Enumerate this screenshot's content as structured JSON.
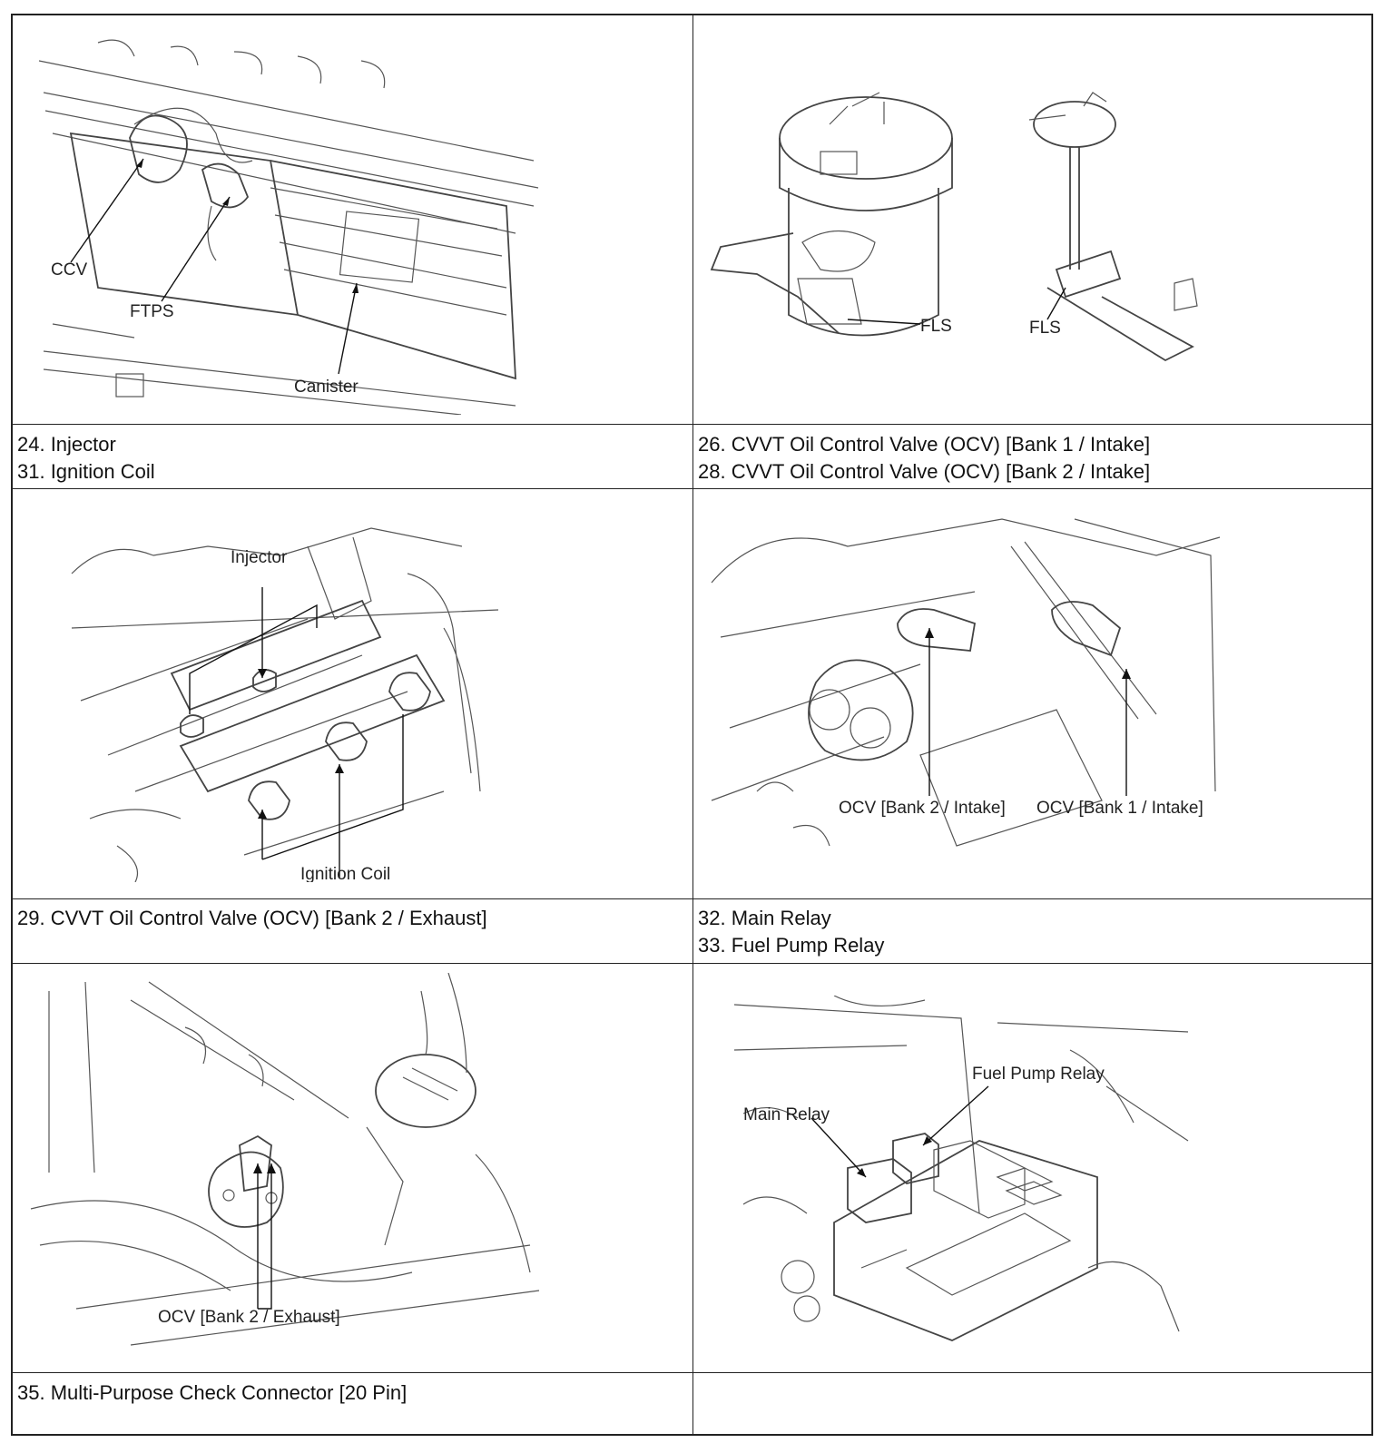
{
  "figures": {
    "evap": {
      "labels": [
        "CCV",
        "FTPS",
        "Canister"
      ]
    },
    "fuel_pump": {
      "labels": [
        "FLS",
        "FLS"
      ]
    },
    "injector_coil": {
      "labels": [
        "Injector",
        "Ignition Coil"
      ]
    },
    "ocv_intake": {
      "labels": [
        "OCV [Bank 2 / Intake]",
        "OCV [Bank 1 / Intake]"
      ]
    },
    "ocv_exhaust": {
      "labels": [
        "OCV [Bank 2 / Exhaust]"
      ]
    },
    "relays": {
      "labels": [
        "Fuel Pump Relay",
        "Main Relay"
      ]
    }
  },
  "captions": {
    "row1_left": [
      "24. Injector",
      "31. Ignition Coil"
    ],
    "row1_right": [
      "26. CVVT Oil Control Valve (OCV) [Bank 1 / Intake]",
      "28. CVVT Oil Control Valve (OCV) [Bank 2 / Intake]"
    ],
    "row2_left": [
      "29. CVVT Oil Control Valve (OCV) [Bank 2 / Exhaust]"
    ],
    "row2_right": [
      "32. Main Relay",
      "33. Fuel Pump Relay"
    ],
    "row3_left": [
      "35. Multi-Purpose Check Connector [20 Pin]"
    ],
    "row3_right": []
  }
}
